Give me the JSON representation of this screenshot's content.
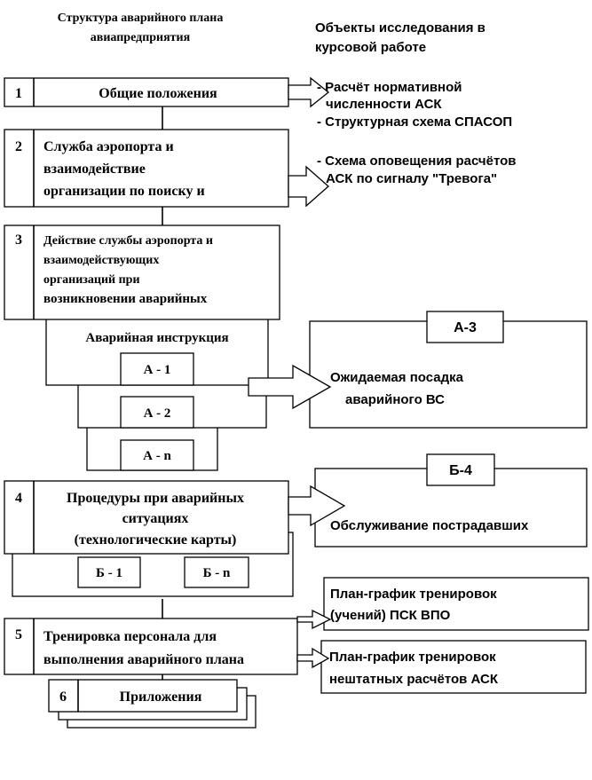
{
  "header": {
    "left_title": [
      "Структура аварийного плана",
      "авиапредприятия"
    ],
    "right_title": [
      "Объекты исследования в",
      "курсовой работе"
    ]
  },
  "sections": [
    {
      "num": "1",
      "lines": [
        "Общие положения"
      ]
    },
    {
      "num": "2",
      "lines": [
        "Служба  аэропорта  и",
        "взаимодействие",
        "организации  по поиску  и"
      ]
    },
    {
      "num": "3",
      "lines": [
        "Действие службы аэропорта и",
        "взаимодействующих",
        "организаций при",
        "возникновении  аварийных"
      ]
    },
    {
      "num": "4",
      "lines": [
        "Процедуры  при аварийных",
        "ситуациях",
        "(технологические  карты)"
      ]
    },
    {
      "num": "5",
      "lines": [
        "Тренировка  персонала  для",
        "выполнения  аварийного плана"
      ]
    },
    {
      "num": "6",
      "lines": [
        "Приложения"
      ]
    }
  ],
  "instruction": {
    "title": "Аварийная инструкция",
    "items": [
      "А - 1",
      "А - 2",
      "А - n"
    ]
  },
  "cards": [
    "Б - 1",
    "Б - n"
  ],
  "objects": {
    "obj1": [
      "- Расчёт нормативной",
      "численности АСК",
      "- Структурная схема  СПАСОП"
    ],
    "obj2": [
      "- Схема оповещения расчётов",
      "АСК по сигналу \"Тревога\""
    ],
    "a3": {
      "tag": "А-3",
      "lines": [
        "Ожидаемая посадка",
        "аварийного ВС"
      ]
    },
    "b4": {
      "tag": "Б-4",
      "lines": [
        "Обслуживание пострадавших"
      ]
    },
    "plan1": [
      "План-график  тренировок",
      "(учений) ПСК ВПО"
    ],
    "plan2": [
      "План-график  тренировок",
      "нештатных  расчётов АСК"
    ]
  }
}
